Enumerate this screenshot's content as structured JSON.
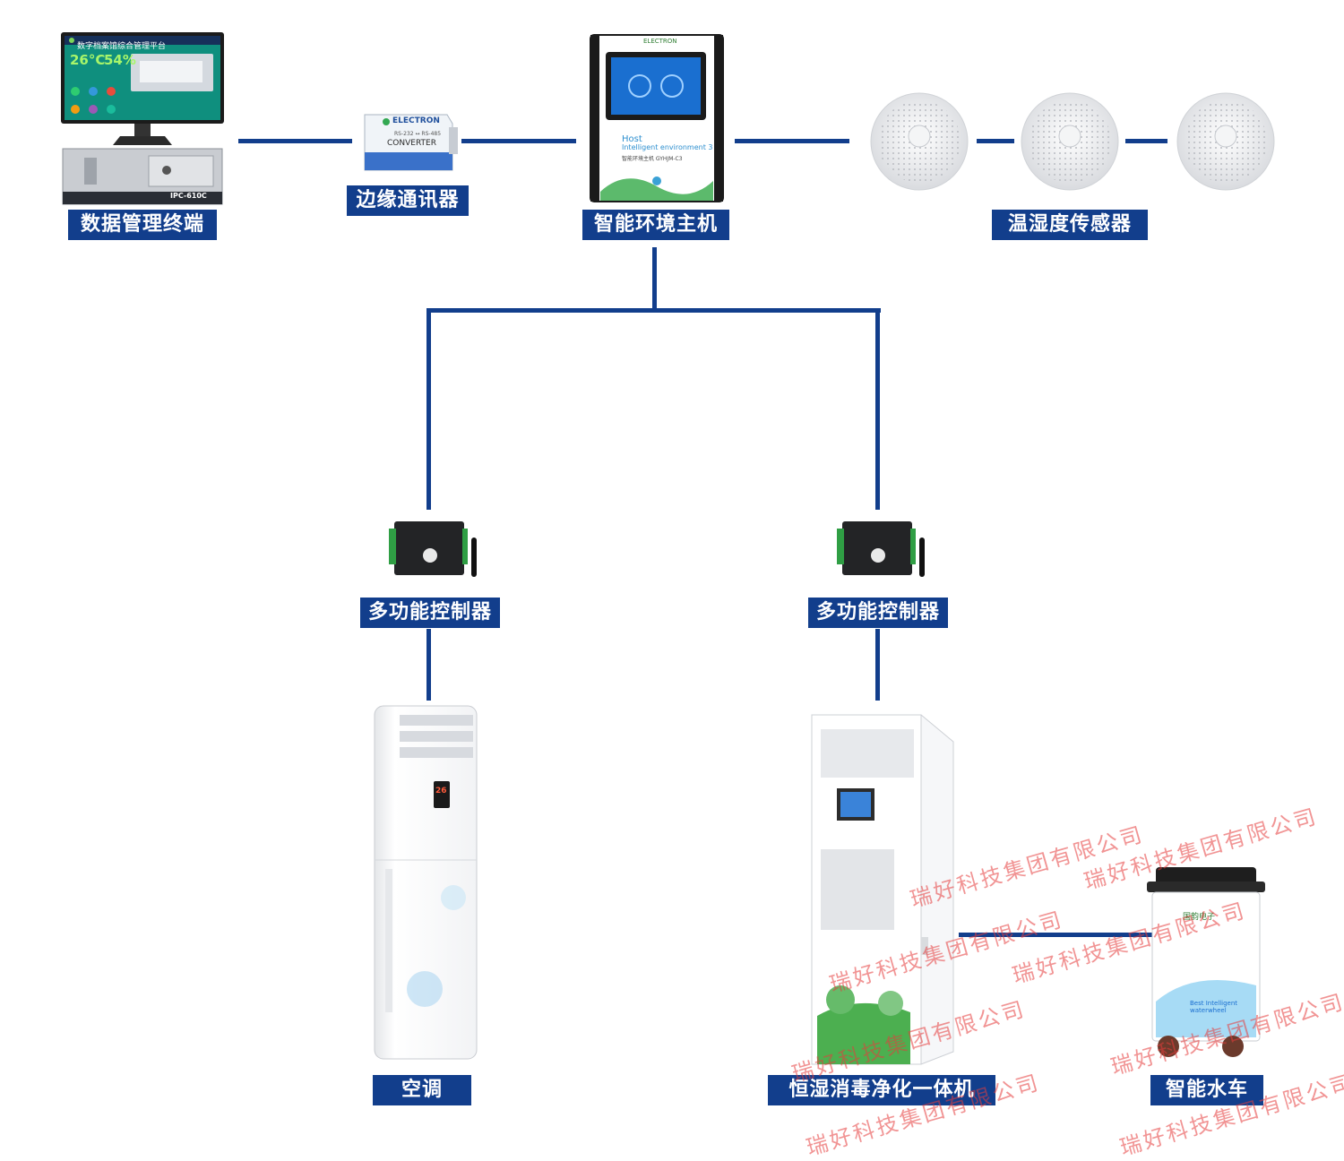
{
  "nodes": {
    "terminal": "数据管理终端",
    "edge_comm": "边缘通讯器",
    "host": "智能环境主机",
    "sensor": "温湿度传感器",
    "ctrl_left": "多功能控制器",
    "ctrl_right": "多功能控制器",
    "ac": "空调",
    "humidifier": "恒湿消毒净化一体机",
    "watercart": "智能水车"
  },
  "device_text": {
    "monitor_title": "数字档案馆综合管理平台",
    "monitor_temp": "26°C",
    "monitor_hum": "54%",
    "ipc_label": "IPC-610C",
    "converter_brand": "ELECTRON",
    "converter_sub": "RS-232 ↔ RS-485",
    "converter_name": "CONVERTER",
    "host_brand": "ELECTRON",
    "host_line1": "Host",
    "host_line2": "Intelligent environment 3",
    "host_model": "智能环境主机 GYHJM-C3",
    "ac_display": "26",
    "cart_brand": "国韵电子",
    "cart_text": "Best Intelligent waterwheel"
  },
  "watermark": "瑞好科技集团有限公司",
  "colors": {
    "accent": "#123e8c",
    "watermark": "#e63c3c"
  }
}
